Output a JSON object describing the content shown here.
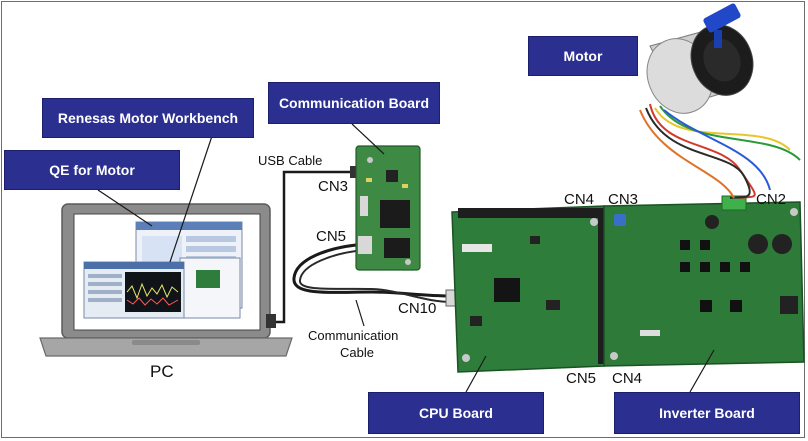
{
  "labels": {
    "motor": "Motor",
    "renesas_workbench": "Renesas Motor Workbench",
    "communication_board": "Communication Board",
    "qe_for_motor": "QE for Motor",
    "cpu_board": "CPU Board",
    "inverter_board": "Inverter Board"
  },
  "text": {
    "usb_cable": "USB Cable",
    "pc": "PC",
    "communication_cable_line1": "Communication",
    "communication_cable_line2": "Cable"
  },
  "connectors": {
    "cn3_comm": "CN3",
    "cn5_comm": "CN5",
    "cn10": "CN10",
    "cn4_top": "CN4",
    "cn3_top": "CN3",
    "cn2": "CN2",
    "cn5_bottom": "CN5",
    "cn4_bottom": "CN4"
  },
  "colors": {
    "label_bg": "#2b2f8f",
    "pcb_green": "#2f7d3a",
    "laptop_gray": "#7a7a7a",
    "cable_black": "#1a1a1a"
  }
}
